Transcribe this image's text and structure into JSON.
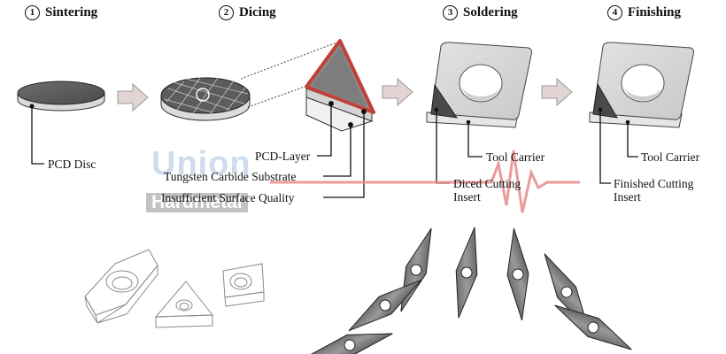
{
  "steps": [
    {
      "num": "1",
      "title": "Sintering"
    },
    {
      "num": "2",
      "title": "Dicing"
    },
    {
      "num": "3",
      "title": "Soldering"
    },
    {
      "num": "4",
      "title": "Finishing"
    }
  ],
  "labels": {
    "pcd_disc": "PCD Disc",
    "pcd_layer": "PCD-Layer",
    "tungsten": "Tungsten Carbide Substrate",
    "insufficient": "Insufficient Surface Quality",
    "tool_carrier_3": "Tool Carrier",
    "diced_insert": "Diced Cutting\nInsert",
    "tool_carrier_4": "Tool Carrier",
    "finished_insert": "Finished Cutting\nInsert"
  },
  "watermark": {
    "top": "Union",
    "bottom": "Hardmetal"
  },
  "colors": {
    "pcd_red": "#c0413a",
    "watermark_blue": "#c7d6ec",
    "wave_red": "#e8898a",
    "arrow_fill": "#e3d4d4"
  }
}
